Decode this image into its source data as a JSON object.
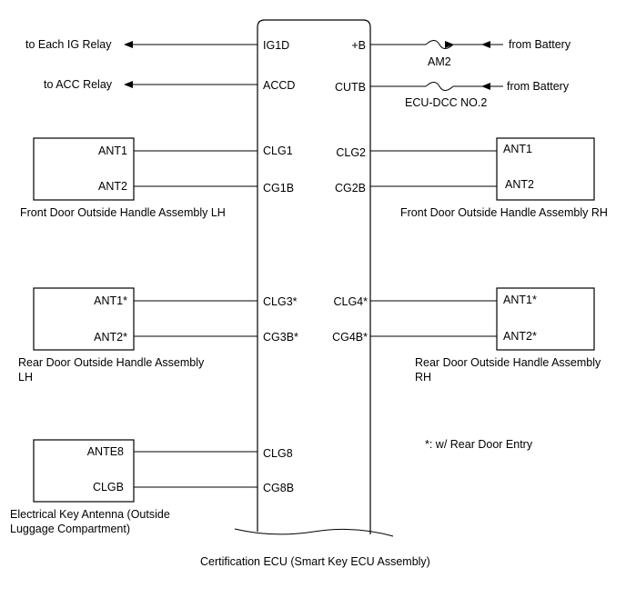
{
  "ecu": {
    "name": "Certification ECU (Smart Key ECU Assembly)",
    "left_pins": [
      "IG1D",
      "ACCD",
      "CLG1",
      "CG1B",
      "CLG3*",
      "CG3B*",
      "CLG8",
      "CG8B"
    ],
    "right_pins": [
      "+B",
      "CUTB",
      "CLG2",
      "CG2B",
      "CLG4*",
      "CG4B*"
    ]
  },
  "left_outputs": {
    "ig_relay": "to Each IG Relay",
    "acc_relay": "to ACC Relay"
  },
  "right_inputs": {
    "battery_1": "from Battery",
    "fuse_1": "AM2",
    "battery_2": "from Battery",
    "fuse_2": "ECU-DCC NO.2"
  },
  "components": {
    "front_lh": {
      "pins": [
        "ANT1",
        "ANT2"
      ],
      "label": "Front Door Outside Handle Assembly LH"
    },
    "front_rh": {
      "pins": [
        "ANT1",
        "ANT2"
      ],
      "label": "Front Door Outside Handle Assembly RH"
    },
    "rear_lh": {
      "pins": [
        "ANT1*",
        "ANT2*"
      ],
      "label_lines": [
        "Rear Door Outside Handle Assembly",
        "LH"
      ]
    },
    "rear_rh": {
      "pins": [
        "ANT1*",
        "ANT2*"
      ],
      "label_lines": [
        "Rear Door Outside Handle Assembly",
        "RH"
      ]
    },
    "luggage": {
      "pins": [
        "ANTE8",
        "CLGB"
      ],
      "label_lines": [
        "Electrical Key Antenna (Outside",
        "Luggage Compartment)"
      ]
    }
  },
  "note": "*: w/ Rear Door Entry"
}
